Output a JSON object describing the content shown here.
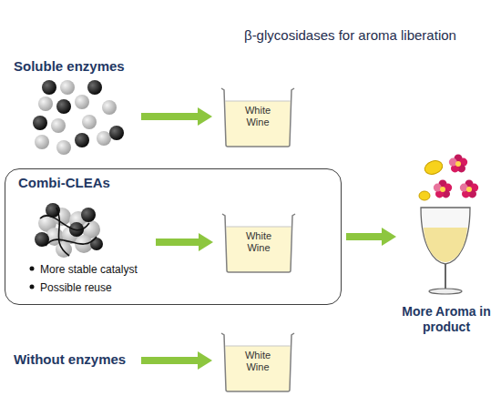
{
  "diagram": {
    "title": "β-glycosidases for aroma liberation",
    "nodes": [
      {
        "text": [
          "Soluble enzymes"
        ]
      },
      {
        "text": [
          "White Wine"
        ]
      },
      {
        "text": [
          "Combi-CLEAs"
        ]
      },
      {
        "text": [
          "More stable catalyst",
          "Possible reuse"
        ],
        "in": 2
      },
      {
        "text": [
          "White Wine"
        ],
        "in": 2
      },
      {
        "text": [
          "More Aroma in product"
        ]
      },
      {
        "text": [
          "Without enzymes"
        ]
      },
      {
        "text": [
          "White Wine"
        ]
      }
    ],
    "edges": [
      {
        "from": 0,
        "to": 1,
        "arrow": "to"
      },
      {
        "from": 3,
        "to": 4,
        "arrow": "to"
      },
      {
        "from": 2,
        "to": 5,
        "arrow": "to"
      },
      {
        "from": 6,
        "to": 7,
        "arrow": "to"
      }
    ]
  }
}
